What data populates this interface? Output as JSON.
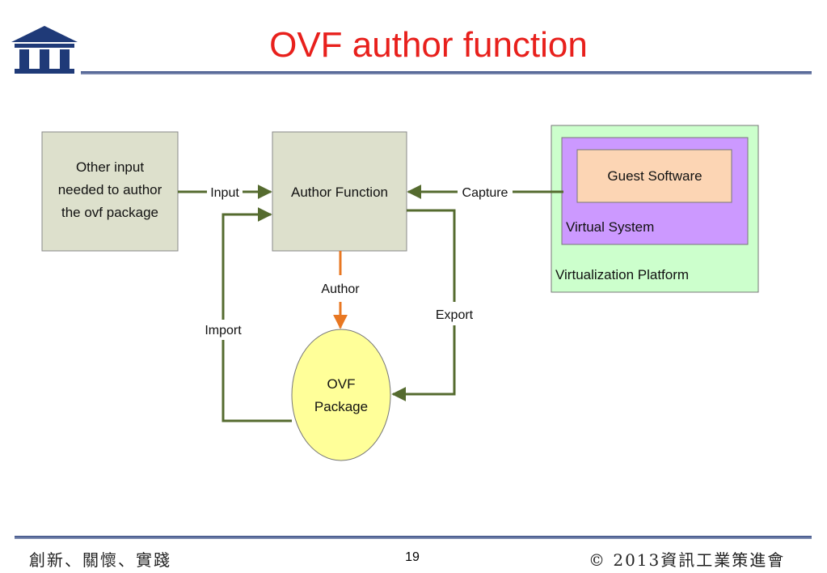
{
  "slide": {
    "title": "OVF author function",
    "page_number": "19",
    "footer_left": "創新、關懷、實踐",
    "footer_right": "© 2013資訊工業策進會"
  },
  "diagram": {
    "nodes": {
      "other_input": [
        "Other input",
        "needed to author",
        "the ovf package"
      ],
      "author_function": "Author Function",
      "guest_software": "Guest Software",
      "virtual_system": "Virtual System",
      "virtualization_platform": "Virtualization Platform",
      "ovf_package": [
        "OVF",
        "Package"
      ]
    },
    "edges": {
      "input": "Input",
      "capture": "Capture",
      "author": "Author",
      "export": "Export",
      "import": "Import"
    }
  },
  "colors": {
    "title": "#e8201c",
    "box_fill": "#dde0cc",
    "arrow_green": "#556b2f",
    "arrow_orange": "#e87722",
    "platform_fill": "#ccffcc",
    "virtual_system_fill": "#cc99ff",
    "guest_fill": "#fcd5b4",
    "ovf_fill": "#ffff99",
    "logo": "#1f3a78"
  }
}
